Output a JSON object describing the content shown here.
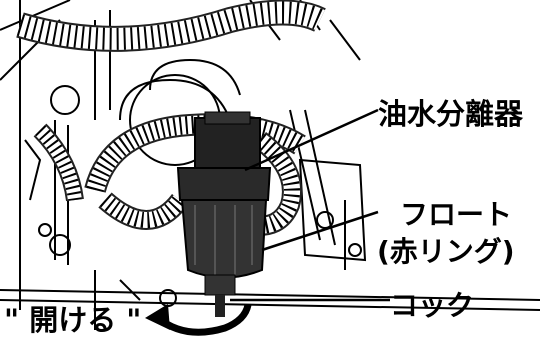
{
  "labels": {
    "separator": "油水分離器",
    "float_line1": "フロート",
    "float_line2": "(赤リング)",
    "cock": "コック",
    "open": "\" 開ける \""
  }
}
